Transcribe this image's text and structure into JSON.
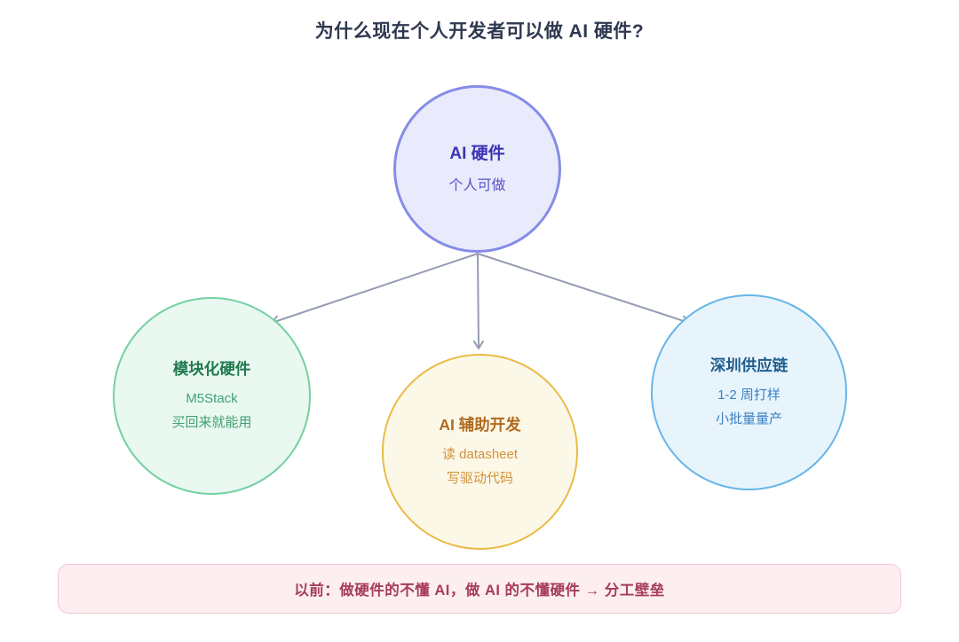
{
  "title": "为什么现在个人开发者可以做 AI 硬件?",
  "nodes": {
    "center": {
      "title": "AI 硬件",
      "subtitle": "个人可做",
      "fill": "#e9ebfc",
      "border": "#858ce8",
      "title_color": "#3b33b4",
      "text_color": "#5a52c8"
    },
    "modular": {
      "title": "模块化硬件",
      "line1": "M5Stack",
      "line2": "买回来就能用",
      "fill": "#e9f8f0",
      "border": "#74d1a1",
      "title_color": "#1f7a4d",
      "text_color": "#41a173"
    },
    "aidev": {
      "title": "AI 辅助开发",
      "line1": "读 datasheet",
      "line2": "写驱动代码",
      "fill": "#fcf8e7",
      "border": "#e9bb47",
      "title_color": "#b06a1f",
      "text_color": "#d2913b"
    },
    "shenzhen": {
      "title": "深圳供应链",
      "line1": "1-2 周打样",
      "line2": "小批量量产",
      "fill": "#e8f4fc",
      "border": "#66b5e8",
      "title_color": "#1f5e8e",
      "text_color": "#3b82c4"
    }
  },
  "connectors": {
    "color": "#959cb0",
    "edges": [
      {
        "from": "center",
        "to": "modular"
      },
      {
        "from": "center",
        "to": "aidev"
      },
      {
        "from": "center",
        "to": "shenzhen"
      }
    ]
  },
  "banner": {
    "text": "以前：做硬件的不懂 AI，做 AI 的不懂硬件 → 分工壁垒",
    "fill": "#fdeef1",
    "border": "#f3c7d0",
    "text_color": "#a63d59"
  }
}
